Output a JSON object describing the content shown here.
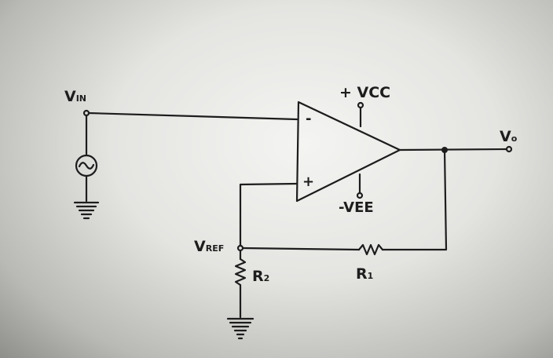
{
  "labels": {
    "vin_main": "V",
    "vin_sub": "IN",
    "vcc": "+ VCC",
    "vee": "-VEE",
    "vout_main": "V",
    "vout_sub": "o",
    "vref_main": "V",
    "vref_sub": "REF",
    "r1_main": "R",
    "r1_sub": "1",
    "r2_main": "R",
    "r2_sub": "2",
    "opamp_minus": "-",
    "opamp_plus": "+"
  },
  "colors": {
    "ink": "#1d1d1d",
    "paper": "#e4e4e1"
  },
  "icons": [
    "ac-source-icon",
    "ground-icon",
    "resistor-icon",
    "op-amp-icon"
  ]
}
